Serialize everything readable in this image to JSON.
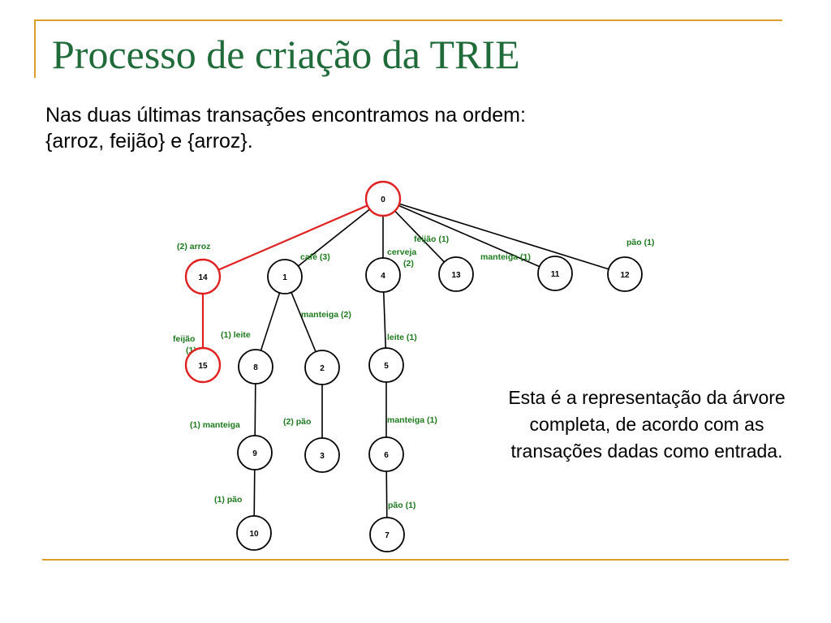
{
  "title": "Processo de criação da TRIE",
  "intro": {
    "line1": "Nas duas últimas transações encontramos na ordem:",
    "line2": "{arroz, feijão} e {arroz}."
  },
  "note": "Esta é a representação da árvore completa, de acordo com as transações dadas como entrada.",
  "colors": {
    "title": "#1f6b3a",
    "rule": "#d9a12a",
    "highlight": "#e02020",
    "edge": "#000000",
    "edge_label": "#1d7a1d"
  },
  "tree": {
    "nodes": [
      {
        "id": "0",
        "label": "0",
        "highlight": true
      },
      {
        "id": "14",
        "label": "14",
        "highlight": true
      },
      {
        "id": "1",
        "label": "1",
        "highlight": false
      },
      {
        "id": "4",
        "label": "4",
        "highlight": false
      },
      {
        "id": "13",
        "label": "13",
        "highlight": false
      },
      {
        "id": "11",
        "label": "11",
        "highlight": false
      },
      {
        "id": "12",
        "label": "12",
        "highlight": false
      },
      {
        "id": "15",
        "label": "15",
        "highlight": true
      },
      {
        "id": "8",
        "label": "8",
        "highlight": false
      },
      {
        "id": "2",
        "label": "2",
        "highlight": false
      },
      {
        "id": "5",
        "label": "5",
        "highlight": false
      },
      {
        "id": "9",
        "label": "9",
        "highlight": false
      },
      {
        "id": "3",
        "label": "3",
        "highlight": false
      },
      {
        "id": "6",
        "label": "6",
        "highlight": false
      },
      {
        "id": "10",
        "label": "10",
        "highlight": false
      },
      {
        "id": "7",
        "label": "7",
        "highlight": false
      }
    ],
    "edges": [
      {
        "from": "0",
        "to": "14",
        "label": "(2) arroz",
        "highlight": true
      },
      {
        "from": "0",
        "to": "1",
        "label": "café  (3)",
        "highlight": false
      },
      {
        "from": "0",
        "to": "4",
        "label": "cerveja|(2)",
        "highlight": false
      },
      {
        "from": "0",
        "to": "13",
        "label": "feijão (1)",
        "highlight": false
      },
      {
        "from": "0",
        "to": "11",
        "label": "manteiga (1)",
        "highlight": false
      },
      {
        "from": "0",
        "to": "12",
        "label": "pão  (1)",
        "highlight": false
      },
      {
        "from": "14",
        "to": "15",
        "label": "feijão|(1)",
        "highlight": true
      },
      {
        "from": "1",
        "to": "8",
        "label": "(1)  leite",
        "highlight": false
      },
      {
        "from": "1",
        "to": "2",
        "label": "manteiga (2)",
        "highlight": false
      },
      {
        "from": "4",
        "to": "5",
        "label": "leite (1)",
        "highlight": false
      },
      {
        "from": "8",
        "to": "9",
        "label": "(1)  manteiga",
        "highlight": false
      },
      {
        "from": "2",
        "to": "3",
        "label": "(2) pão",
        "highlight": false
      },
      {
        "from": "5",
        "to": "6",
        "label": "manteiga (1)",
        "highlight": false
      },
      {
        "from": "9",
        "to": "10",
        "label": "(1)   pão",
        "highlight": false
      },
      {
        "from": "6",
        "to": "7",
        "label": "pão (1)",
        "highlight": false
      }
    ]
  }
}
